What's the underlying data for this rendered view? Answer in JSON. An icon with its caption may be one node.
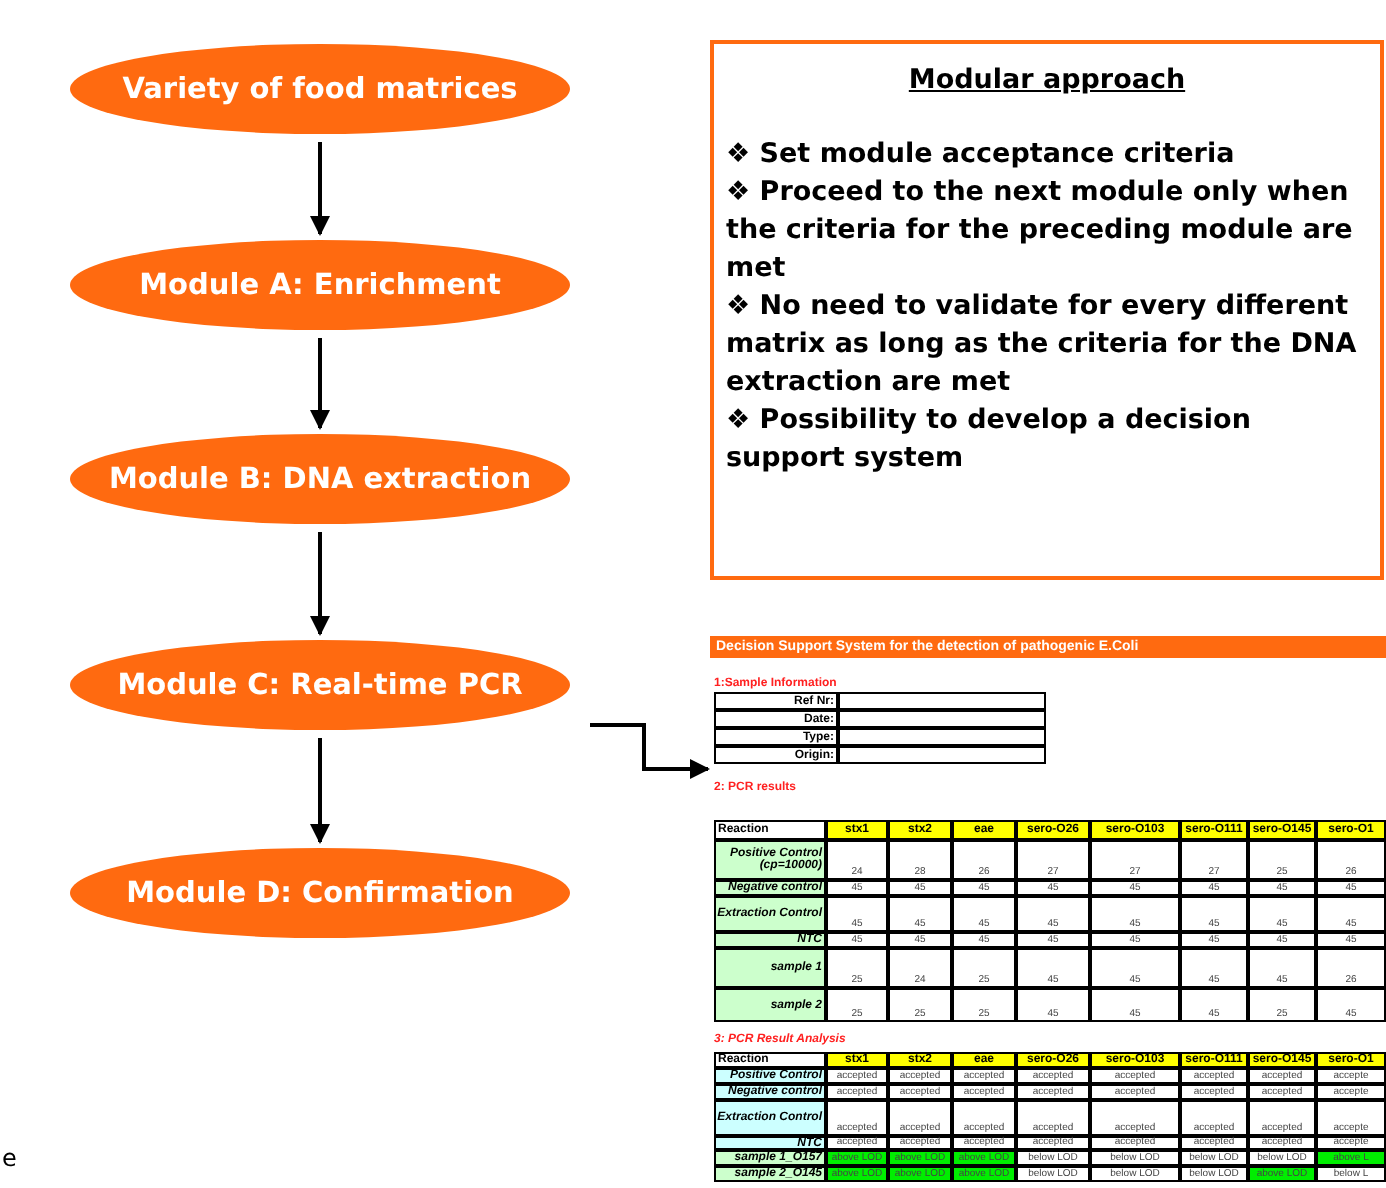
{
  "diagram": {
    "nodes": [
      {
        "text": [
          "Variety of food matrices"
        ]
      },
      {
        "text": [
          "Module A: Enrichment"
        ]
      },
      {
        "text": [
          "Module B: DNA extraction"
        ]
      },
      {
        "text": [
          "Module C: Real-time PCR"
        ]
      },
      {
        "text": [
          "Module D: Confirmation"
        ]
      },
      {
        "text": [
          "Modular approach",
          "❖ Set module acceptance criteria",
          "❖ Proceed to the next module only when the criteria for the preceding module are met",
          "❖ No need to validate for every different matrix as long as the criteria for the DNA extraction are met",
          "❖ Possibility to develop a decision support system"
        ]
      },
      {
        "text": [
          "Decision Support System for the detection of pathogenic E.Coli"
        ]
      }
    ],
    "edges": [
      {
        "from": 0,
        "to": 1,
        "arrow": "to"
      },
      {
        "from": 1,
        "to": 2,
        "arrow": "to"
      },
      {
        "from": 2,
        "to": 3,
        "arrow": "to"
      },
      {
        "from": 3,
        "to": 4,
        "arrow": "to"
      },
      {
        "from": 3,
        "to": 6,
        "arrow": "to"
      }
    ],
    "labels": [
      "1:Sample Information",
      "Ref Nr:",
      "Date:",
      "Type:",
      "Origin:",
      "2: PCR results",
      "Reaction",
      "stx1",
      "stx2",
      "eae",
      "sero-O26",
      "sero-O103",
      "sero-O111",
      "sero-O145",
      "sero-O1",
      "Positive Control (cp=10000)",
      "24",
      "28",
      "26",
      "27",
      "27",
      "27",
      "25",
      "26",
      "Negative control",
      "45",
      "45",
      "45",
      "45",
      "45",
      "45",
      "45",
      "45",
      "Extraction Control",
      "45",
      "45",
      "45",
      "45",
      "45",
      "45",
      "45",
      "45",
      "NTC",
      "45",
      "45",
      "45",
      "45",
      "45",
      "45",
      "45",
      "45",
      "sample 1",
      "25",
      "24",
      "25",
      "45",
      "45",
      "45",
      "45",
      "26",
      "sample 2",
      "25",
      "25",
      "25",
      "45",
      "45",
      "45",
      "25",
      "45",
      "3: PCR Result Analysis",
      "Reaction",
      "stx1",
      "stx2",
      "eae",
      "sero-O26",
      "sero-O103",
      "sero-O111",
      "sero-O145",
      "sero-O1",
      "Positive Control",
      "accepted",
      "accepted",
      "accepted",
      "accepted",
      "accepted",
      "accepted",
      "accepted",
      "accepte",
      "Negative control",
      "accepted",
      "accepted",
      "accepted",
      "accepted",
      "accepted",
      "accepted",
      "accepted",
      "accepte",
      "Extraction Control",
      "accepted",
      "accepted",
      "accepted",
      "accepted",
      "accepted",
      "accepted",
      "accepted",
      "accepte",
      "NTC",
      "accepted",
      "accepted",
      "accepted",
      "accepted",
      "accepted",
      "accepted",
      "accepted",
      "accepte",
      "sample 1_O157",
      "above LOD",
      "above LOD",
      "above LOD",
      "below LOD",
      "below LOD",
      "below LOD",
      "below LOD",
      "above L",
      "sample 2_O145",
      "above LOD",
      "above LOD",
      "above LOD",
      "below LOD",
      "below LOD",
      "below LOD",
      "above LOD",
      "below L",
      "e"
    ]
  }
}
